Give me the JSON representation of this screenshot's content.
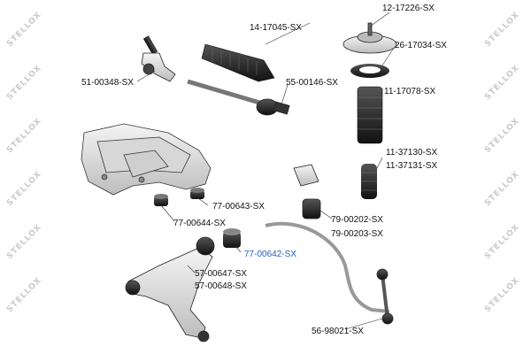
{
  "watermark": {
    "brand": "STELLOX"
  },
  "parts": {
    "p12_17226": "12-17226-SX",
    "p14_17045": "14-17045-SX",
    "p26_17034": "26-17034-SX",
    "p51_00348": "51-00348-SX",
    "p55_00146": "55-00146-SX",
    "p11_17078": "11-17078-SX",
    "p11_37130": "11-37130-SX",
    "p11_37131": "11-37131-SX",
    "p77_00643": "77-00643-SX",
    "p77_00644": "77-00644-SX",
    "p79_00202": "79-00202-SX",
    "p79_00203": "79-00203-SX",
    "p77_00642": "77-00642-SX",
    "p57_00647": "57-00647-SX",
    "p57_00648": "57-00648-SX",
    "p56_98021": "56-98021-SX"
  },
  "colors": {
    "highlight": "#1f5fbf",
    "line": "#111111",
    "part_fill": "#e6e6e6",
    "watermark": "#c9c9c9"
  }
}
